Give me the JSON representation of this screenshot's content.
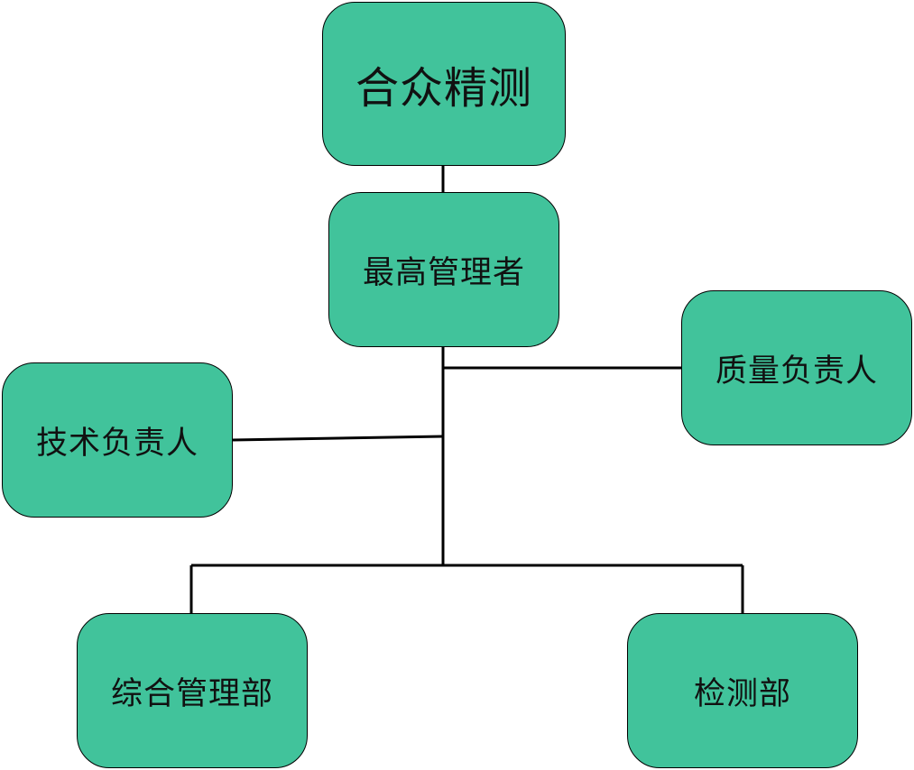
{
  "theme": {
    "node_fill": "#41c39b",
    "line_color": "#000000"
  },
  "org": {
    "root": "合众精测",
    "top_manager": "最高管理者",
    "quality_lead": "质量负责人",
    "technical_lead": "技术负责人",
    "admin_dept": "综合管理部",
    "testing_dept": "检测部"
  }
}
